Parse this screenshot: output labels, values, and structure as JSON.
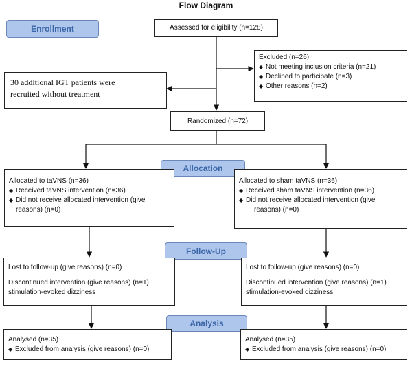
{
  "title": "Flow Diagram",
  "stages": {
    "enrollment": "Enrollment",
    "allocation": "Allocation",
    "followup": "Follow-Up",
    "analysis": "Analysis"
  },
  "assessed": "Assessed for eligibility (n=128)",
  "excluded": {
    "title": "Excluded (n=26)",
    "items": [
      "Not meeting inclusion criteria (n=21)",
      "Declined to participate (n=3)",
      "Other reasons (n=2)"
    ]
  },
  "additional": {
    "line1": "30 additional IGT patients were",
    "line2": "recruited without treatment"
  },
  "randomized": "Randomized (n=72)",
  "allocation": {
    "left": {
      "title": "Allocated to taVNS (n=36)",
      "received": "Received taVNS intervention (n=36)",
      "not_received_1": "Did not receive allocated intervention (give",
      "not_received_2": "reasons) (n=0)"
    },
    "right": {
      "title": "Allocated to sham taVNS (n=36)",
      "received": "Received sham taVNS intervention (n=36)",
      "not_received_1": "Did not receive allocated intervention (give",
      "not_received_2": "reasons) (n=0)"
    }
  },
  "followup": {
    "left": {
      "lost": "Lost to follow-up (give reasons) (n=0)",
      "discontinued": "Discontinued intervention (give reasons) (n=1)",
      "reason": "stimulation-evoked dizziness"
    },
    "right": {
      "lost": "Lost to follow-up (give reasons) (n=0)",
      "discontinued": "Discontinued intervention (give reasons) (n=1)",
      "reason": "stimulation-evoked dizziness"
    }
  },
  "analysis": {
    "left": {
      "analysed": "Analysed (n=35)",
      "excluded": "Excluded from analysis (give reasons) (n=0)"
    },
    "right": {
      "analysed": "Analysed (n=35)",
      "excluded": "Excluded from analysis (give reasons) (n=0)"
    }
  },
  "bullet_icon": "diamond-bullet-icon"
}
